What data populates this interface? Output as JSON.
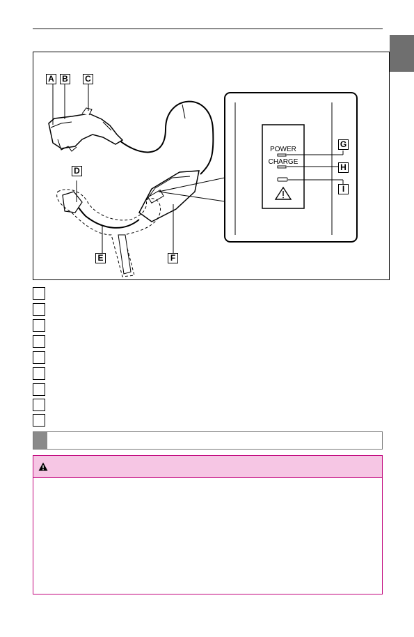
{
  "figure": {
    "callouts": [
      "A",
      "B",
      "C",
      "D",
      "E",
      "F",
      "G",
      "H",
      "I"
    ],
    "display_labels": {
      "power": "POWER",
      "charge": "CHARGE"
    }
  },
  "legend": {
    "items": [
      "",
      "",
      "",
      "",
      "",
      "",
      "",
      "",
      ""
    ]
  },
  "section": {
    "title": ""
  },
  "warning": {
    "label": "",
    "body": ""
  },
  "colors": {
    "warning_header": "#f6c6e4",
    "warning_border": "#c0007a",
    "side_tab": "#6f6f6f"
  }
}
